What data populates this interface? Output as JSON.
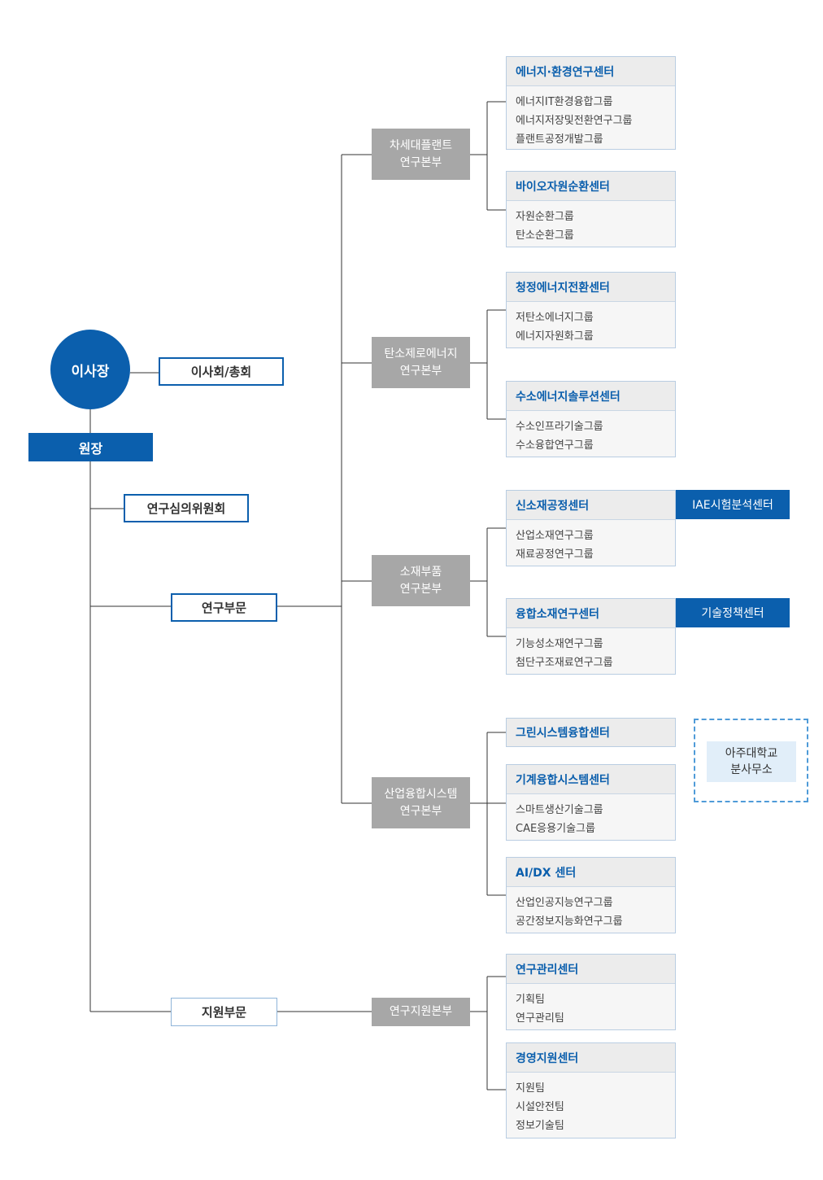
{
  "chairman": "이사장",
  "board": "이사회/총회",
  "president": "원장",
  "research_committee": "연구심의위원회",
  "research_division": "연구부문",
  "support_division": "지원부문",
  "divisions": [
    {
      "lines": [
        "차세대플랜트",
        "연구본부"
      ],
      "centers": [
        {
          "name": "에너지·환경연구센터",
          "groups": [
            "에너지IT환경융합그룹",
            "에너지저장및전환연구그룹",
            "플랜트공정개발그룹"
          ]
        },
        {
          "name": "바이오자원순환센터",
          "groups": [
            "자원순환그룹",
            "탄소순환그룹"
          ]
        }
      ]
    },
    {
      "lines": [
        "탄소제로에너지",
        "연구본부"
      ],
      "centers": [
        {
          "name": "청정에너지전환센터",
          "groups": [
            "저탄소에너지그룹",
            "에너지자원화그룹"
          ]
        },
        {
          "name": "수소에너지솔루션센터",
          "groups": [
            "수소인프라기술그룹",
            "수소융합연구그룹"
          ]
        }
      ]
    },
    {
      "lines": [
        "소재부품",
        "연구본부"
      ],
      "centers": [
        {
          "name": "신소재공정센터",
          "groups": [
            "산업소재연구그룹",
            "재료공정연구그룹"
          ]
        },
        {
          "name": "융합소재연구센터",
          "groups": [
            "기능성소재연구그룹",
            "첨단구조재료연구그룹"
          ]
        }
      ]
    },
    {
      "lines": [
        "산업융합시스템",
        "연구본부"
      ],
      "centers": [
        {
          "name": "그린시스템융합센터",
          "groups": []
        },
        {
          "name": "기계융합시스템센터",
          "groups": [
            "스마트생산기술그룹",
            "CAE응용기술그룹"
          ]
        },
        {
          "name": "AI/DX 센터",
          "groups": [
            "산업인공지능연구그룹",
            "공간정보지능화연구그룹"
          ]
        }
      ]
    },
    {
      "lines": [
        "연구지원본부"
      ],
      "centers": [
        {
          "name": "연구관리센터",
          "groups": [
            "기획팀",
            "연구관리팀"
          ]
        },
        {
          "name": "경영지원센터",
          "groups": [
            "지원팀",
            "시설안전팀",
            "정보기술팀"
          ]
        }
      ]
    }
  ],
  "side_centers": [
    "IAE시험분석센터",
    "기술정책센터"
  ],
  "ajou_office": [
    "아주대학교",
    "분사무소"
  ],
  "colors": {
    "primary": "#0b5fad",
    "division_gray": "#a7a7a7",
    "line": "#333333",
    "dashed": "#4f9bd8"
  }
}
